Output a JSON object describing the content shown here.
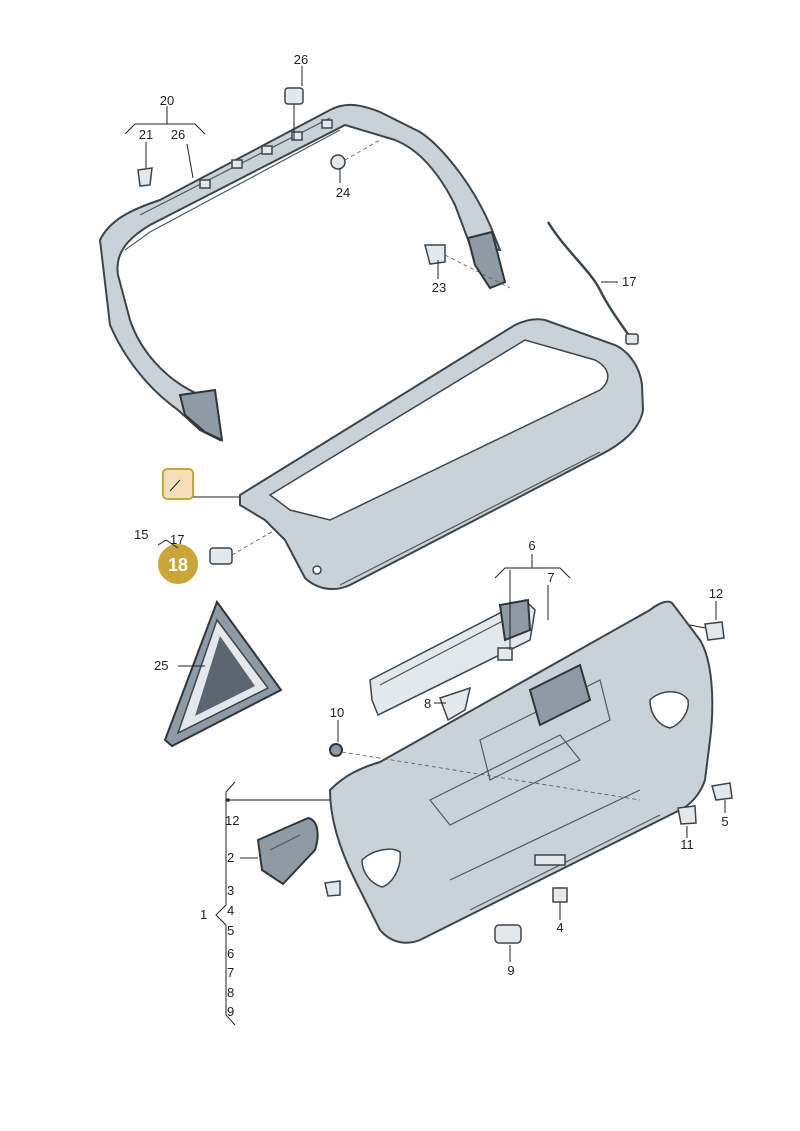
{
  "labels": {
    "n26_top": "26",
    "n20": "20",
    "n21": "21",
    "n26_left": "26",
    "n24": "24",
    "n23": "23",
    "n17_right": "17",
    "n15": "15",
    "n17_left": "17",
    "n18": "18",
    "n6": "6",
    "n7": "7",
    "n12_right": "12",
    "n25": "25",
    "n8": "8",
    "n10": "10",
    "n5": "5",
    "n11": "11",
    "n4": "4",
    "n9_bottom": "9",
    "n12_left": "12",
    "n2": "2",
    "n1": "1",
    "col_3": "3",
    "col_4": "4",
    "col_5": "5",
    "col_6": "6",
    "col_7": "7",
    "col_8": "8",
    "col_9": "9"
  },
  "colors": {
    "badge_fill": "#c9a53a",
    "badge_stroke": "#ffffff",
    "swatch_fill": "#f4dfb8",
    "swatch_stroke": "#c9a53a",
    "part_fill": "#c9d2d8",
    "part_dark": "#8e9ba4"
  }
}
